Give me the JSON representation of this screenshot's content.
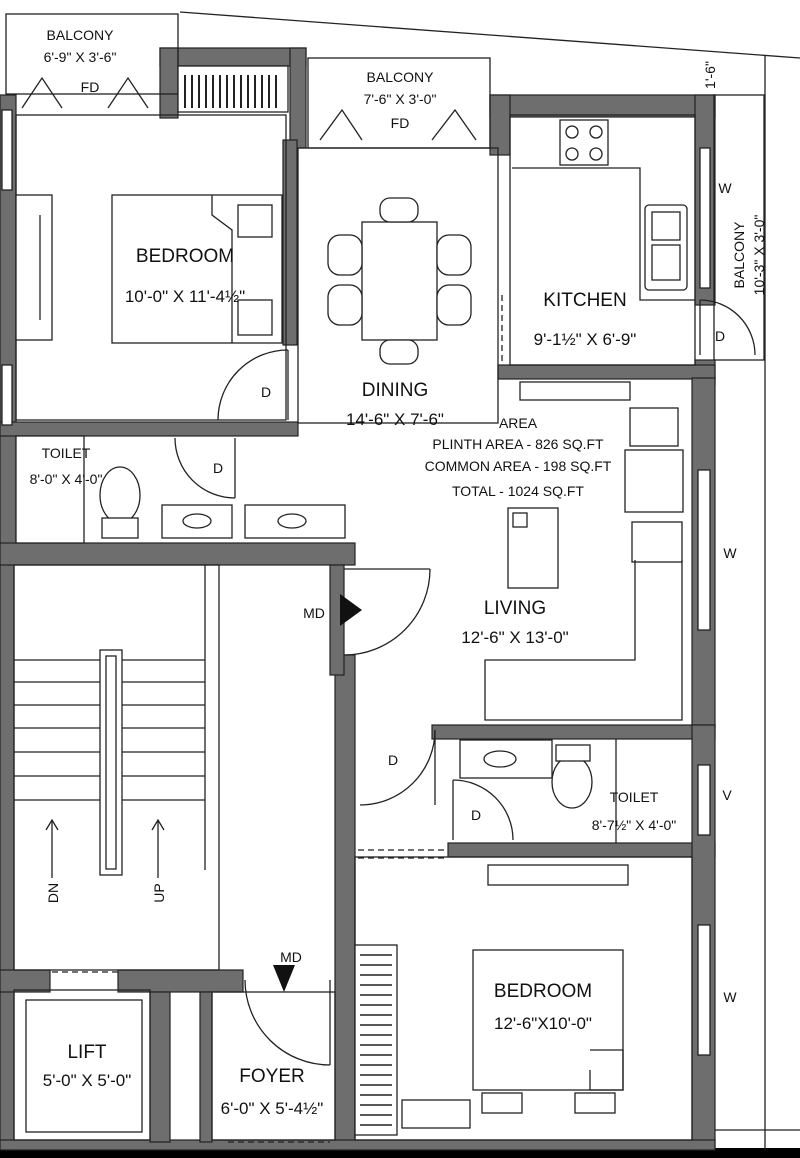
{
  "rooms": {
    "balcony_1": {
      "name": "BALCONY",
      "dim": "6'-9\" X 3'-6\"",
      "door": "FD"
    },
    "balcony_2": {
      "name": "BALCONY",
      "dim": "7'-6\" X 3'-0\"",
      "door": "FD"
    },
    "balcony_3": {
      "name": "BALCONY",
      "dim": "10'-3\" X 3'-0\""
    },
    "bedroom_1": {
      "name": "BEDROOM",
      "dim": "10'-0\" X 11'-4½\""
    },
    "dining": {
      "name": "DINING",
      "dim": "14'-6\" X 7'-6\""
    },
    "kitchen": {
      "name": "KITCHEN",
      "dim": "9'-1½\" X 6'-9\""
    },
    "toilet_1": {
      "name": "TOILET",
      "dim": "8'-0\" X 4'-0\""
    },
    "living": {
      "name": "LIVING",
      "dim": "12'-6\" X 13'-0\""
    },
    "toilet_2": {
      "name": "TOILET",
      "dim": "8'-7½\" X 4'-0\""
    },
    "bedroom_2": {
      "name": "BEDROOM",
      "dim": "12'-6\"X10'-0\""
    },
    "lift": {
      "name": "LIFT",
      "dim": "5'-0\" X 5'-0\""
    },
    "foyer": {
      "name": "FOYER",
      "dim": "6'-0\" X 5'-4½\""
    }
  },
  "area": {
    "title": "AREA",
    "plinth": "PLINTH AREA - 826 SQ.FT",
    "common": "COMMON AREA - 198 SQ.FT",
    "total": "TOTAL - 1024 SQ.FT"
  },
  "marks": {
    "door": "D",
    "main_door": "MD",
    "window": "W",
    "ventilator": "V",
    "stair_down": "DN",
    "stair_up": "UP",
    "offset": "1'-6\""
  }
}
